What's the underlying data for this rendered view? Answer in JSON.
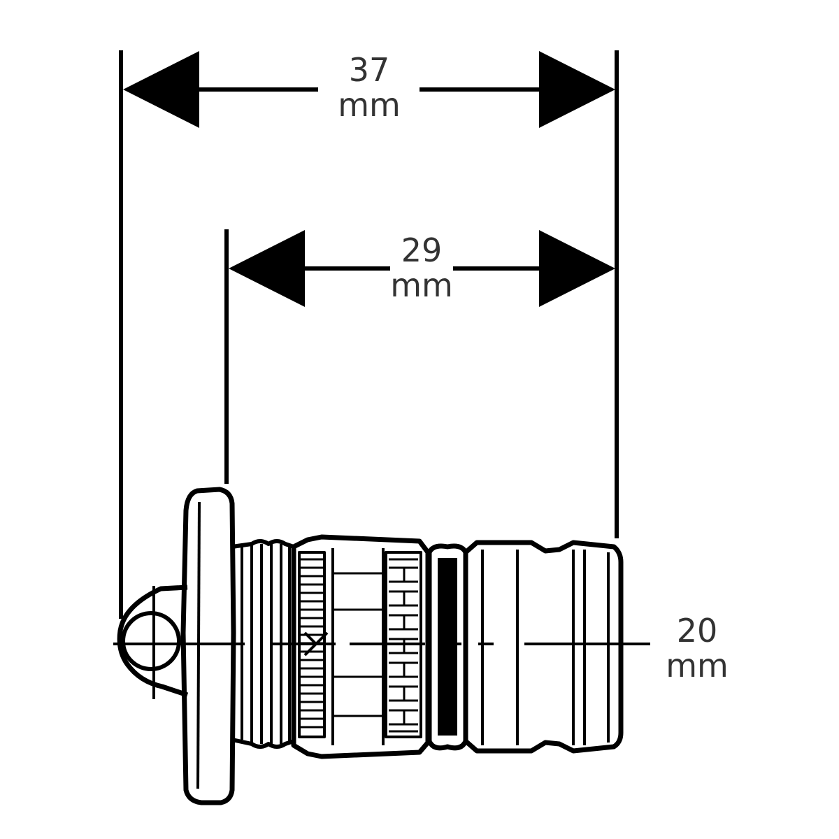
{
  "colors": {
    "line": "#000000",
    "text": "#333333",
    "background": "#ffffff"
  },
  "dimensions": {
    "overall_length": {
      "value": "37",
      "unit": "mm"
    },
    "body_length": {
      "value": "29",
      "unit": "mm"
    },
    "diameter": {
      "value": "20",
      "unit": "mm"
    }
  }
}
